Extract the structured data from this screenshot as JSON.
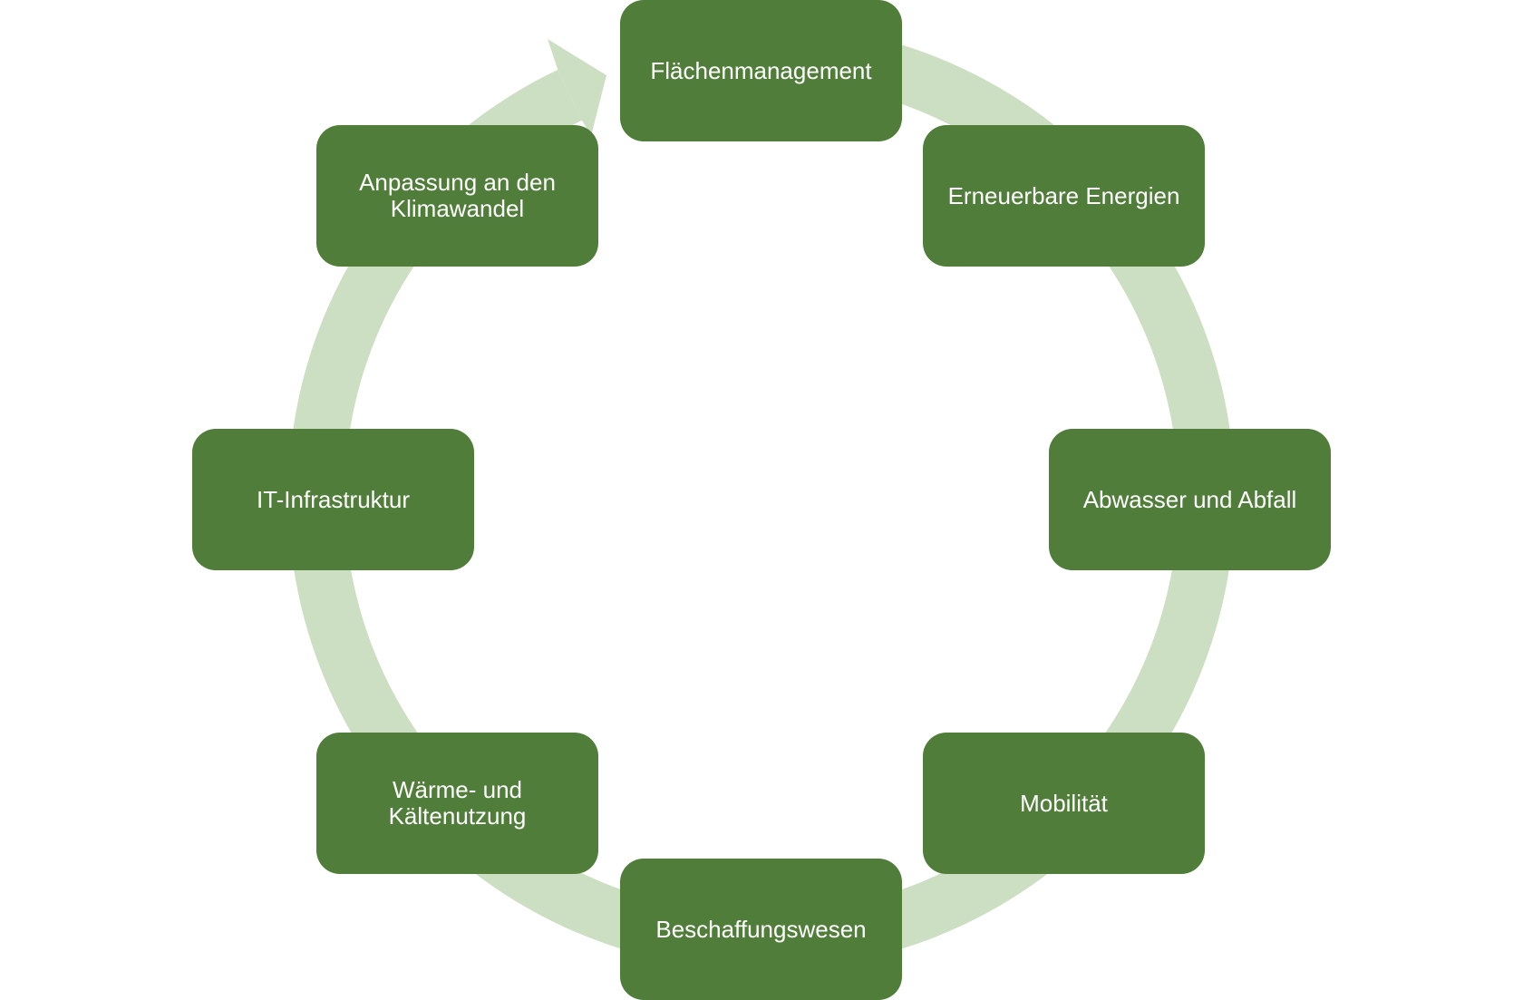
{
  "diagram": {
    "type": "cycle",
    "direction": "clockwise",
    "colors": {
      "node_fill": "#507d39",
      "node_text": "#ffffff",
      "cycle_arrow": "#cddfc3",
      "background": "#ffffff"
    },
    "nodes": [
      {
        "id": "flaechenmanagement",
        "label": "Flächenmanagement"
      },
      {
        "id": "erneuerbare-energien",
        "label": "Erneuerbare Energien"
      },
      {
        "id": "abwasser-und-abfall",
        "label": "Abwasser und Abfall"
      },
      {
        "id": "mobilitaet",
        "label": "Mobilität"
      },
      {
        "id": "beschaffungswesen",
        "label": "Beschaffungswesen"
      },
      {
        "id": "waerme-und-kaeltenutzung",
        "label": "Wärme- und\nKältenutzung"
      },
      {
        "id": "it-infrastruktur",
        "label": "IT-Infrastruktur"
      },
      {
        "id": "anpassung-klimawandel",
        "label": "Anpassung an den\nKlimawandel"
      }
    ]
  }
}
